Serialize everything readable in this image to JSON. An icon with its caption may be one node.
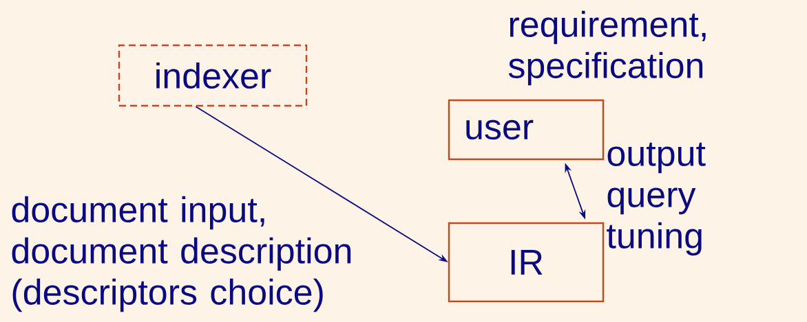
{
  "diagram": {
    "nodes": [
      {
        "text": [
          "indexer"
        ]
      },
      {
        "text": [
          "user"
        ],
        "beside": [
          "requirement, specification"
        ]
      },
      {
        "text": [
          "IR"
        ]
      }
    ],
    "edges": [
      {
        "from": 0,
        "to": 2,
        "arrow": "to"
      },
      {
        "from": 1,
        "to": 2,
        "arrow": "both",
        "label": "output query tuning"
      }
    ],
    "labels": [
      "document input, document description (descriptors choice)"
    ]
  }
}
